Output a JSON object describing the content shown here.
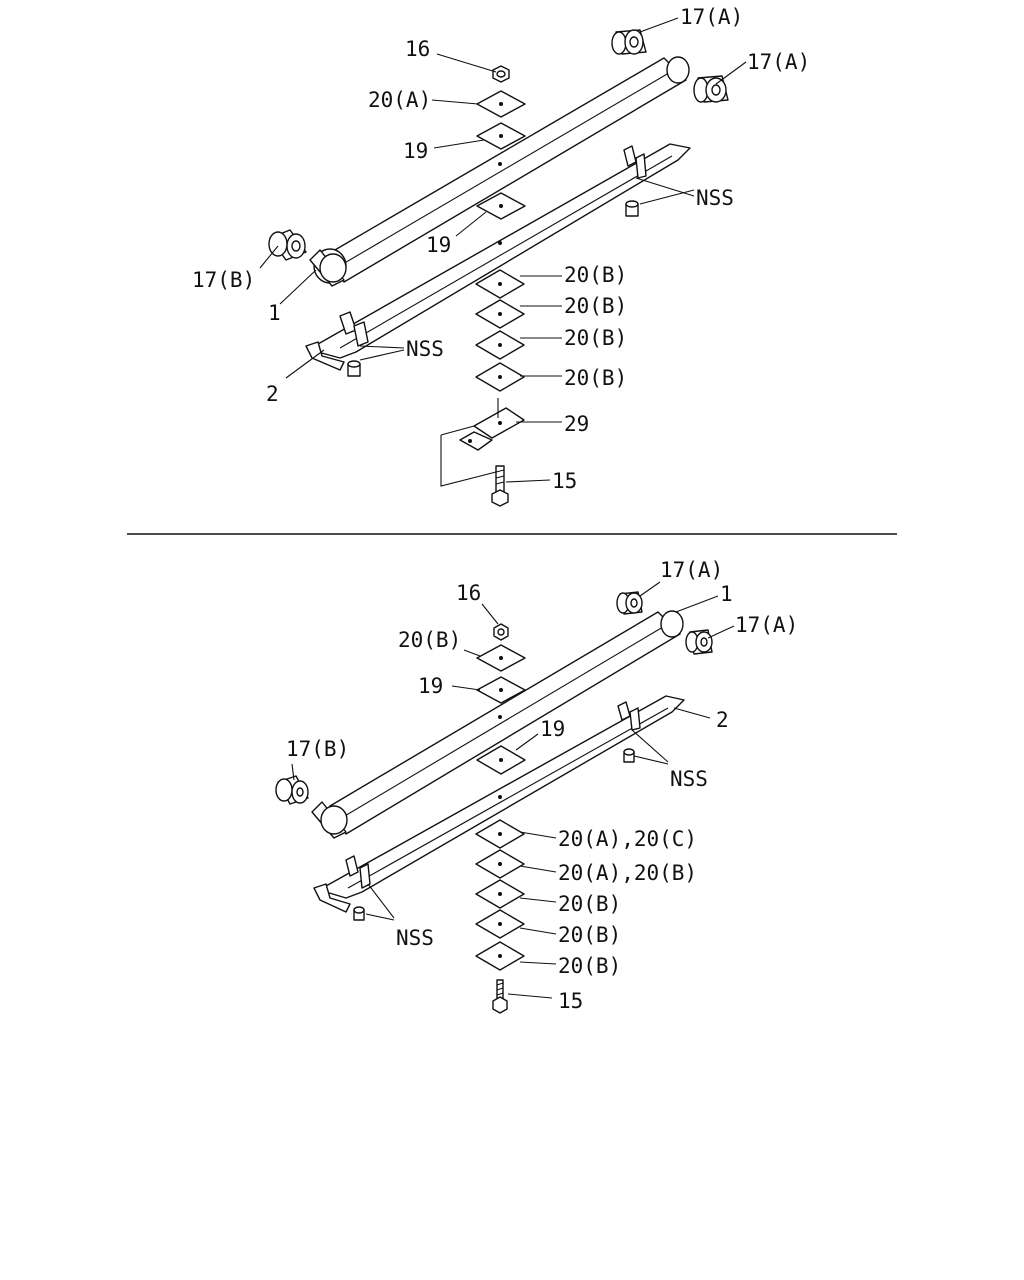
{
  "diagram": {
    "upper": {
      "labels": {
        "p16": "16",
        "p17a_top": "17(A)",
        "p17a_right": "17(A)",
        "p20a": "20(A)",
        "p19_top": "19",
        "p19_mid": "19",
        "nss_right": "NSS",
        "p17b": "17(B)",
        "p1": "1",
        "p20b_1": "20(B)",
        "p20b_2": "20(B)",
        "p20b_3": "20(B)",
        "p20b_4": "20(B)",
        "nss_left": "NSS",
        "p2": "2",
        "p29": "29",
        "p15": "15"
      }
    },
    "lower": {
      "labels": {
        "p16": "16",
        "p17a_top": "17(A)",
        "p1": "1",
        "p17a_right": "17(A)",
        "p20b_top": "20(B)",
        "p19_top": "19",
        "p19_mid": "19",
        "p2": "2",
        "p17b": "17(B)",
        "nss_right": "NSS",
        "p20a_20c": "20(A),20(C)",
        "p20a_20b": "20(A),20(B)",
        "p20b_1": "20(B)",
        "p20b_2": "20(B)",
        "p20b_3": "20(B)",
        "nss_left": "NSS",
        "p15": "15"
      }
    }
  }
}
